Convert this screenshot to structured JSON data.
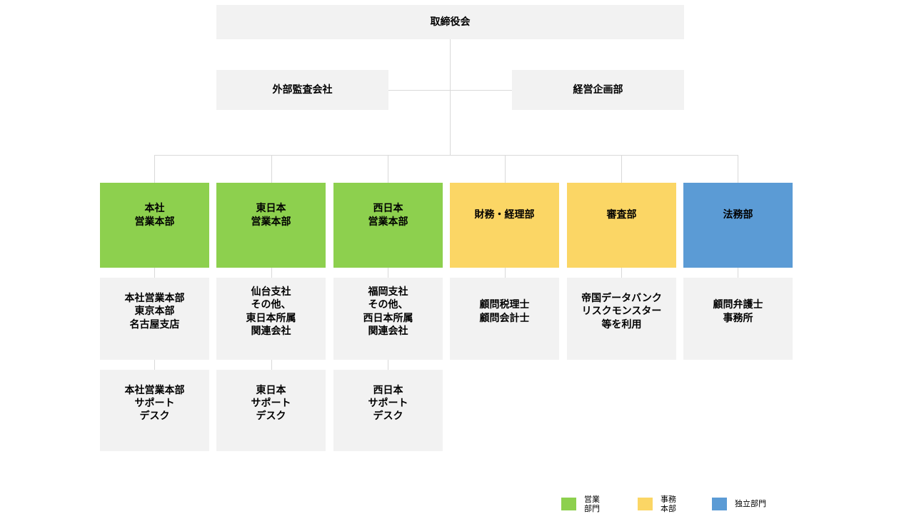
{
  "palette": {
    "sales_green": "#8dd04e",
    "admin_yellow": "#fbd665",
    "independent_blue": "#5b9bd5",
    "neutral_gray": "#f2f2f2",
    "connector_gray": "#d9d9d9"
  },
  "chart": {
    "root": "取締役会",
    "audit": "外部監査会社",
    "planning": "経営企画部",
    "columns": [
      {
        "head": "本社\n営業本部",
        "mid": "本社営業本部\n東京本部\n名古屋支店",
        "bottom": "本社営業本部\nサポート\nデスク"
      },
      {
        "head": "東日本\n営業本部",
        "mid": "仙台支社\nその他、\n東日本所属\n関連会社",
        "bottom": "東日本\nサポート\nデスク"
      },
      {
        "head": "西日本\n営業本部",
        "mid": "福岡支社\nその他、\n西日本所属\n関連会社",
        "bottom": "西日本\nサポート\nデスク"
      },
      {
        "head": "財務・経理部",
        "mid": "顧問税理士\n顧問会計士"
      },
      {
        "head": "審査部",
        "mid": "帝国データバンク\nリスクモンスター\n等を利用"
      },
      {
        "head": "法務部",
        "mid": "顧問弁護士\n事務所"
      }
    ]
  },
  "legend": {
    "sales": "営業\n部門",
    "admin": "事務\n本部",
    "independent": "独立部門"
  }
}
